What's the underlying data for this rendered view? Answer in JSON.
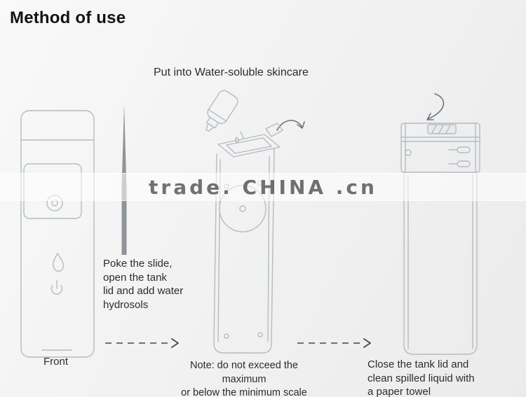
{
  "title": "Method of use",
  "captions": {
    "top": "Put into Water-soluble skincare",
    "poke": "Poke the slide,\nopen the tank\nlid and add water\nhydrosols",
    "front": "Front",
    "note": "Note: do not exceed the maximum\nor below the minimum scale",
    "close": "Close the tank lid and\nclean spilled liquid with\na paper towel"
  },
  "watermark": {
    "text": "trade. CHINA .cn"
  },
  "colors": {
    "background": "#f2f2f2",
    "line_art": "#b5bcc0",
    "dark_arrow": "#474747",
    "needle": "#8f9598",
    "text": "#2c2c2c"
  },
  "icons": {
    "needle": "poke-needle-icon",
    "dashed_arrow": "dashed-right-arrow-icon",
    "curved_arrow_open": "curved-arrow-open-lid-icon",
    "curved_arrow_close": "curved-arrow-close-lid-icon",
    "droplet": "water-drop-icon",
    "power": "power-icon"
  }
}
